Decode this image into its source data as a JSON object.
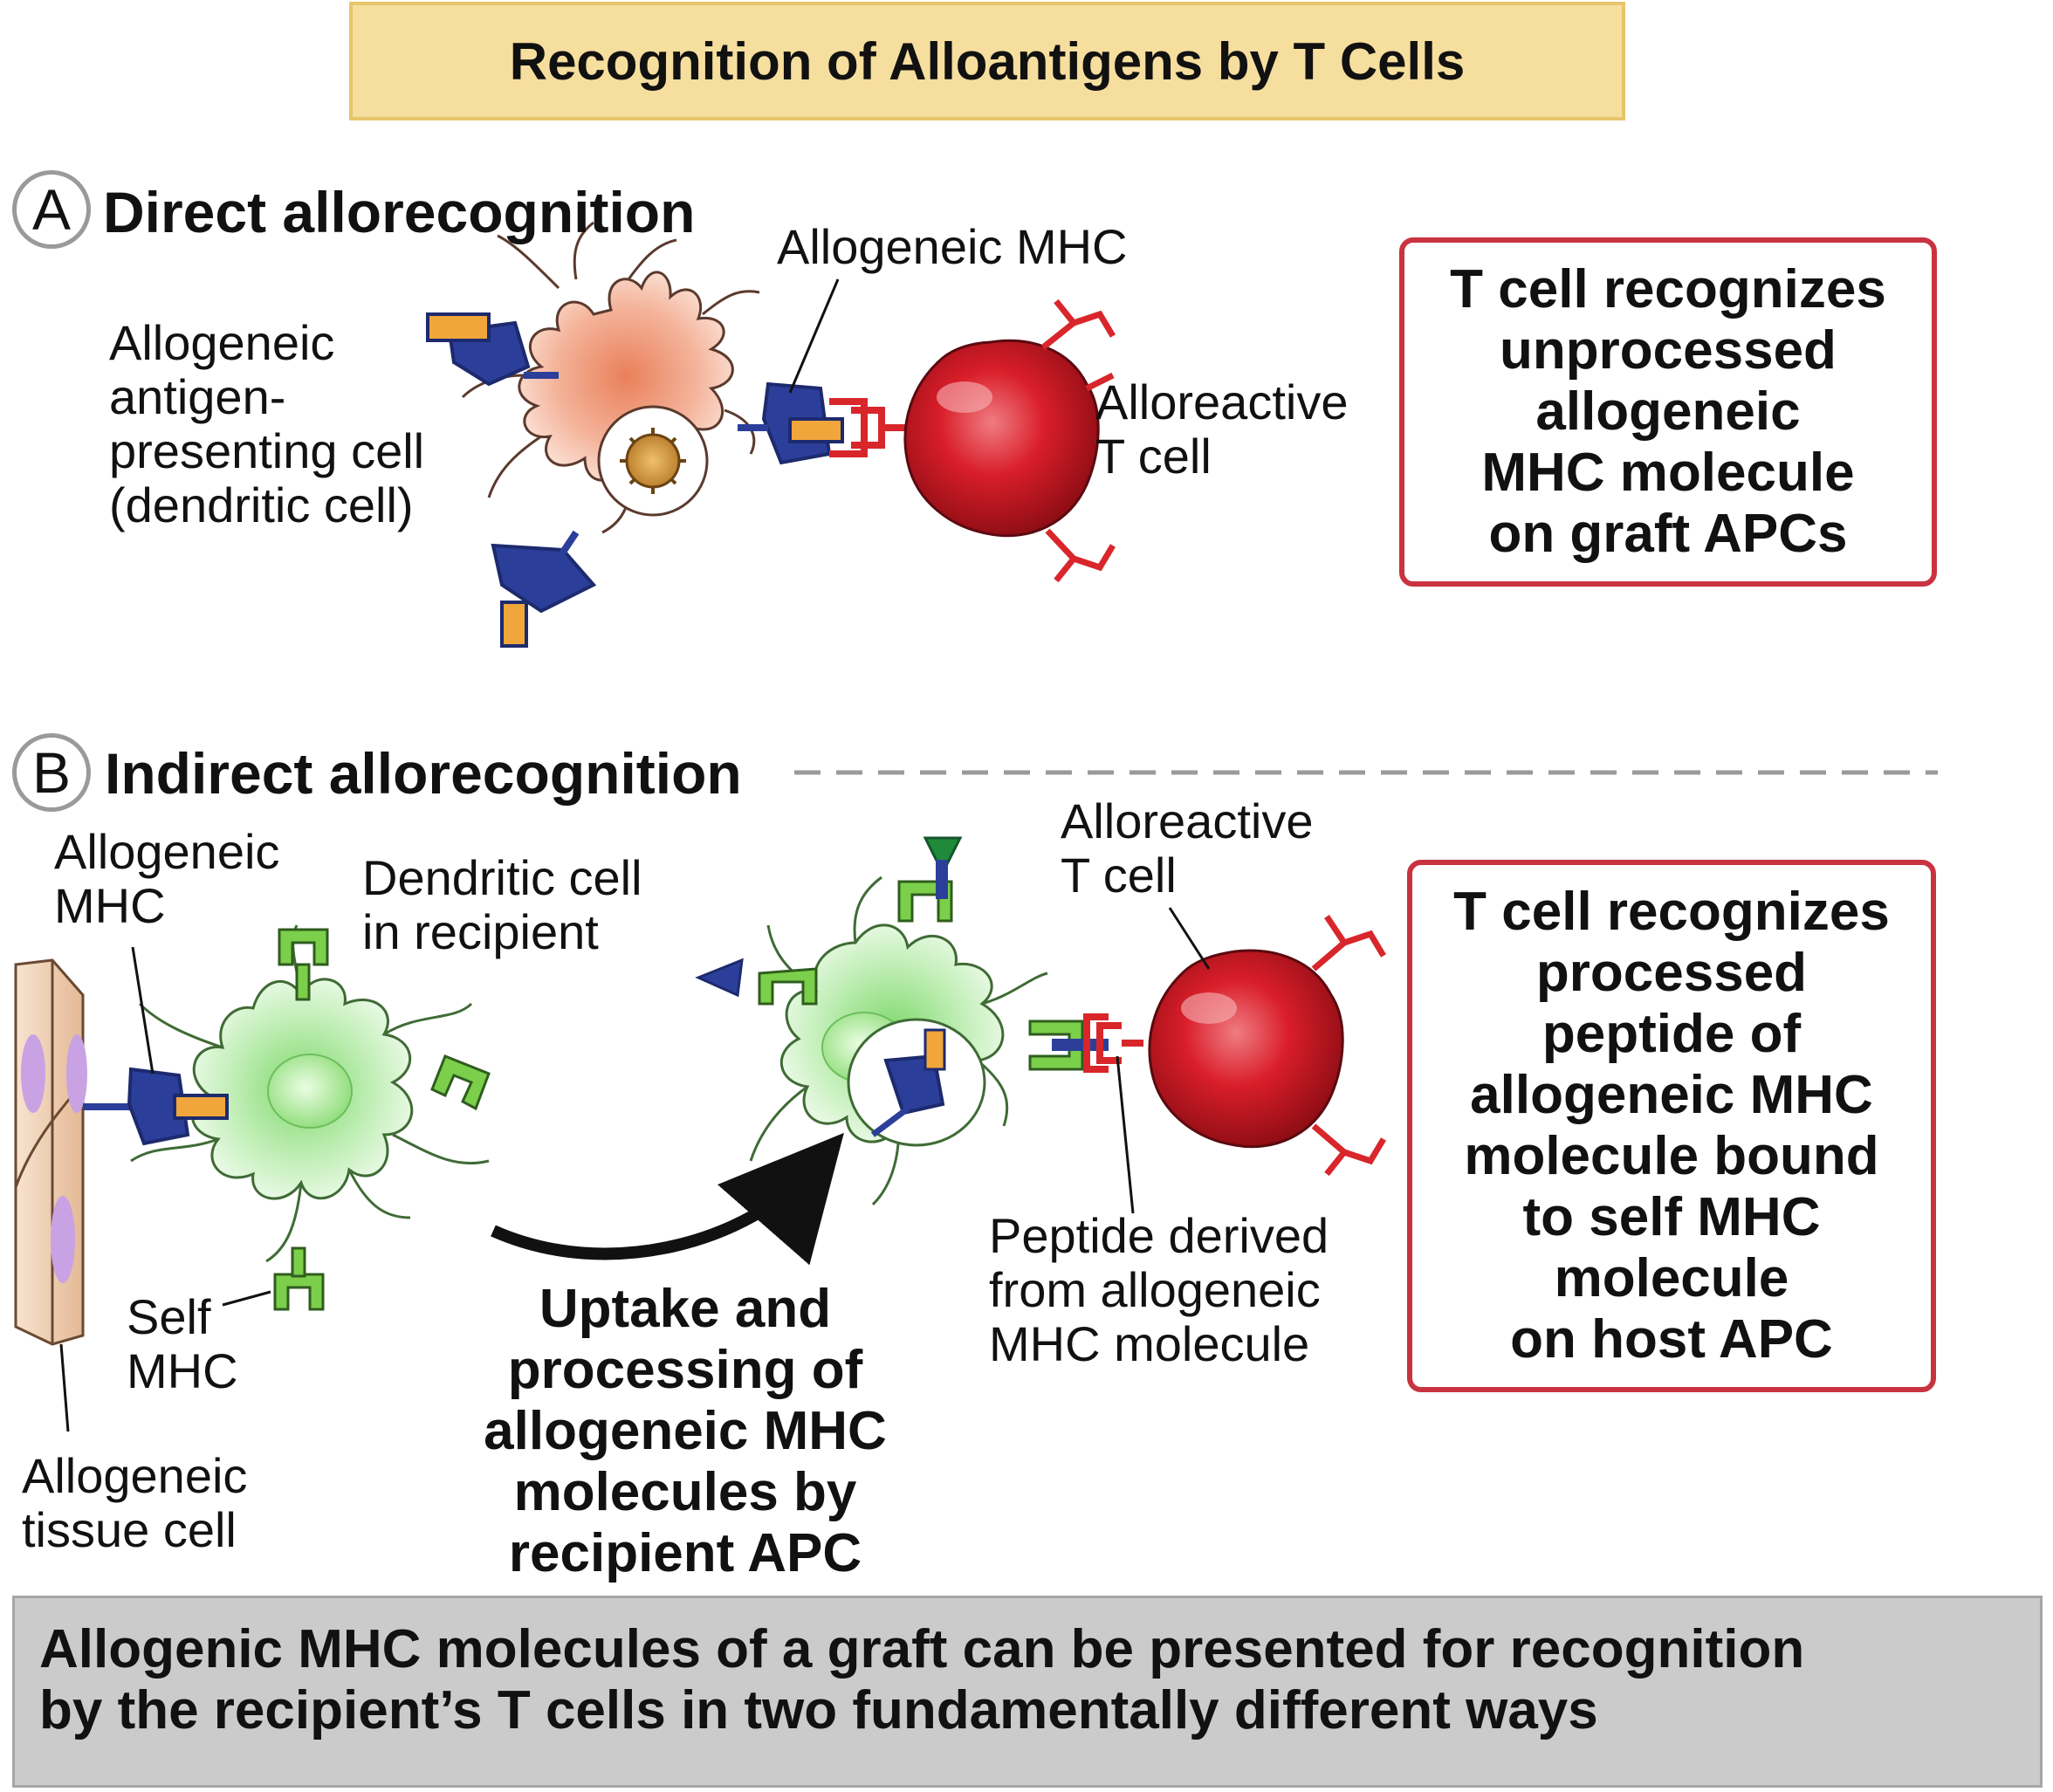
{
  "title": "Recognition of Alloantigens by T Cells",
  "section_a": {
    "letter": "A",
    "heading": "Direct allorecognition",
    "labels": {
      "apc": "Allogeneic\nantigen-\npresenting cell\n(dendritic cell)",
      "allogeneic_mhc": "Allogeneic MHC",
      "t_cell": "Alloreactive\nT cell"
    },
    "callout": "T cell recognizes\nunprocessed\nallogeneic\nMHC molecule\non graft APCs"
  },
  "section_b": {
    "letter": "B",
    "heading": "Indirect allorecognition",
    "labels": {
      "allogeneic_mhc": "Allogeneic\nMHC",
      "dendritic_cell": "Dendritic cell\nin recipient",
      "self_mhc": "Self\nMHC",
      "tissue_cell": "Allogeneic\ntissue cell",
      "t_cell": "Alloreactive\nT cell",
      "peptide": "Peptide derived\nfrom allogeneic\nMHC molecule"
    },
    "uptake": "Uptake and\nprocessing of\nallogeneic MHC\nmolecules by\nrecipient APC",
    "callout": "T cell recognizes\nprocessed\npeptide of\nallogeneic MHC\nmolecule bound\nto self MHC\nmolecule\non host APC"
  },
  "footer": "Allogenic MHC molecules of a graft can be presented for recognition\nby the recipient’s T cells in two fundamentally different ways",
  "colors": {
    "title_bg": "#f6de9e",
    "callout_border": "#c8333f",
    "footer_bg": "#cbcbcb",
    "mhc_blue": "#2b3f9a",
    "self_mhc_green": "#7ccf4a",
    "tcr_red": "#d8262b",
    "peptide_orange": "#f0a63a",
    "apc_peach": "#f2b49a",
    "recipient_green": "#b9eab0",
    "t_cell_red": "#d91e2a"
  }
}
